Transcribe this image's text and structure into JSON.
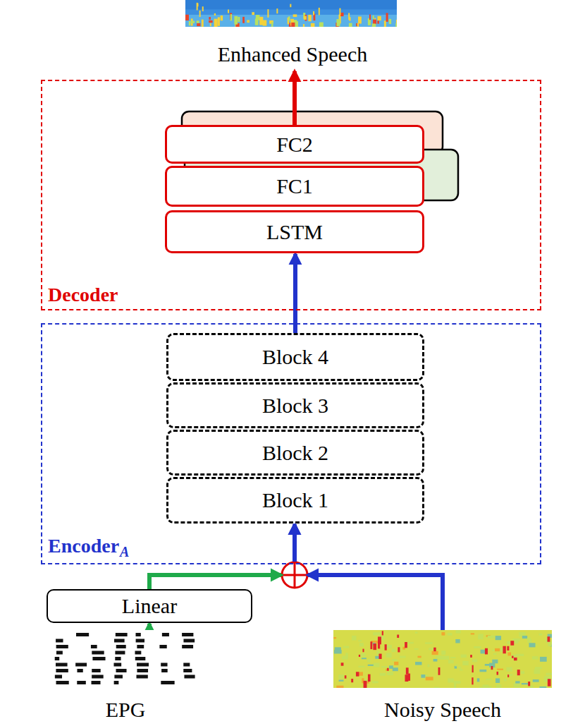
{
  "diagram": {
    "nodes": [
      {
        "text": [
          "Enhanced Speech"
        ]
      },
      {
        "text": [
          "Decoder"
        ]
      },
      {
        "text": [
          "FC2"
        ],
        "in": 1
      },
      {
        "text": [
          "FC1"
        ],
        "in": 1
      },
      {
        "text": [
          "LSTM"
        ],
        "in": 1
      },
      {
        "text": [
          "Encoder",
          "A"
        ]
      },
      {
        "text": [
          "Block 4"
        ],
        "in": 5
      },
      {
        "text": [
          "Block 3"
        ],
        "in": 5
      },
      {
        "text": [
          "Block 2"
        ],
        "in": 5
      },
      {
        "text": [
          "Block 1"
        ],
        "in": 5
      },
      {
        "text": [
          "Linear"
        ]
      },
      {
        "text": [
          "EPG"
        ]
      },
      {
        "text": [
          "Noisy Speech"
        ]
      }
    ],
    "edges": [
      {
        "from": 2,
        "to": 0,
        "arrow": "to"
      },
      {
        "from": 6,
        "to": 4,
        "arrow": "to"
      },
      {
        "from": 11,
        "to": 10,
        "arrow": "to"
      },
      {
        "from": 10,
        "to": 9,
        "arrow": "to"
      },
      {
        "from": 12,
        "to": 9,
        "arrow": "to"
      }
    ]
  }
}
